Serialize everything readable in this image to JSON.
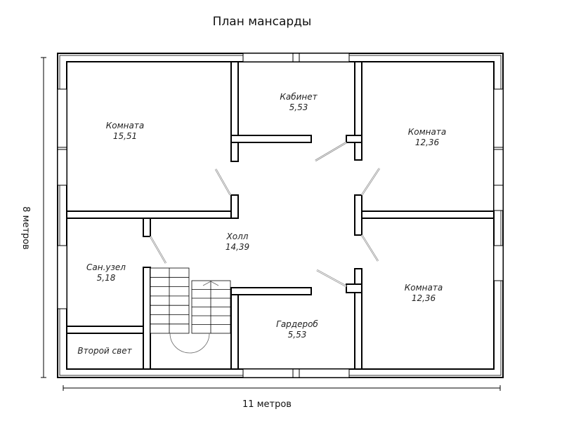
{
  "title": "План мансарды",
  "dimensions": {
    "height_label": "8 метров",
    "width_label": "11 метров"
  },
  "rooms": [
    {
      "name": "Комната",
      "area": "15,51"
    },
    {
      "name": "Кабинет",
      "area": "5,53"
    },
    {
      "name": "Комната",
      "area": "12,36"
    },
    {
      "name": "Холл",
      "area": "14,39"
    },
    {
      "name": "Сан.узел",
      "area": "5,18"
    },
    {
      "name": "Комната",
      "area": "12,36"
    },
    {
      "name": "Гардероб",
      "area": "5,53"
    },
    {
      "name": "Второй свет"
    }
  ]
}
